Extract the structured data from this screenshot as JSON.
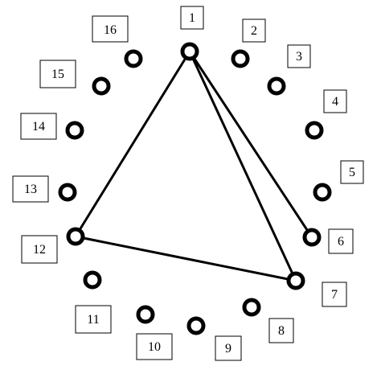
{
  "diagram": {
    "nodes": [
      {
        "id": 1,
        "label": "1"
      },
      {
        "id": 2,
        "label": "2"
      },
      {
        "id": 3,
        "label": "3"
      },
      {
        "id": 4,
        "label": "4"
      },
      {
        "id": 5,
        "label": "5"
      },
      {
        "id": 6,
        "label": "6"
      },
      {
        "id": 7,
        "label": "7"
      },
      {
        "id": 8,
        "label": "8"
      },
      {
        "id": 9,
        "label": "9"
      },
      {
        "id": 10,
        "label": "10"
      },
      {
        "id": 11,
        "label": "11"
      },
      {
        "id": 12,
        "label": "12"
      },
      {
        "id": 13,
        "label": "13"
      },
      {
        "id": 14,
        "label": "14"
      },
      {
        "id": 15,
        "label": "15"
      },
      {
        "id": 16,
        "label": "16"
      }
    ],
    "edges": [
      {
        "from": 1,
        "to": 12
      },
      {
        "from": 1,
        "to": 6
      },
      {
        "from": 1,
        "to": 7
      },
      {
        "from": 12,
        "to": 7
      }
    ]
  }
}
